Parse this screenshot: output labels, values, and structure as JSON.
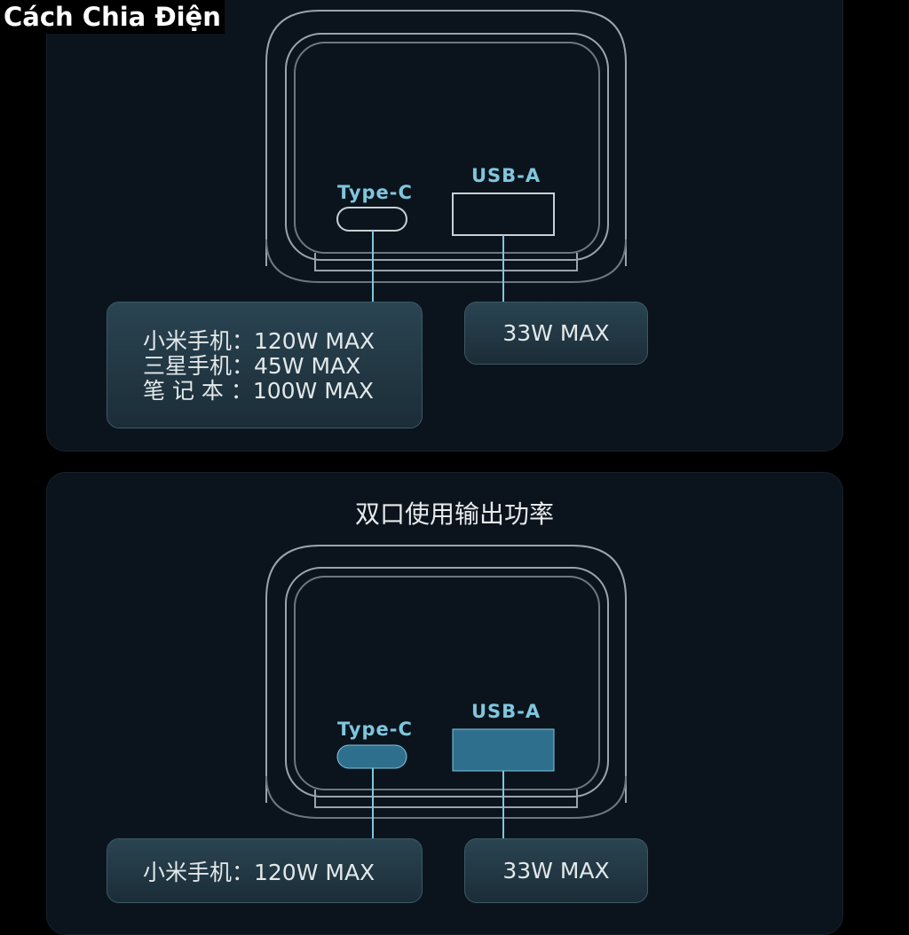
{
  "heading": "Cách Chia Điện",
  "top_panel": {
    "typec_label": "Type-C",
    "usba_label": "USB-A",
    "typec_box": [
      "小米手机：120W MAX",
      "三星手机：45W MAX",
      "笔 记 本 ：100W MAX"
    ],
    "usba_box": "33W MAX"
  },
  "bottom_panel": {
    "title": "双口使用输出功率",
    "typec_label": "Type-C",
    "usba_label": "USB-A",
    "typec_box": "小米手机：120W MAX",
    "usba_box": "33W MAX"
  },
  "colors": {
    "accent": "#7fc6de",
    "port_active": "#2f6f8e",
    "panel": "#0b141c"
  }
}
